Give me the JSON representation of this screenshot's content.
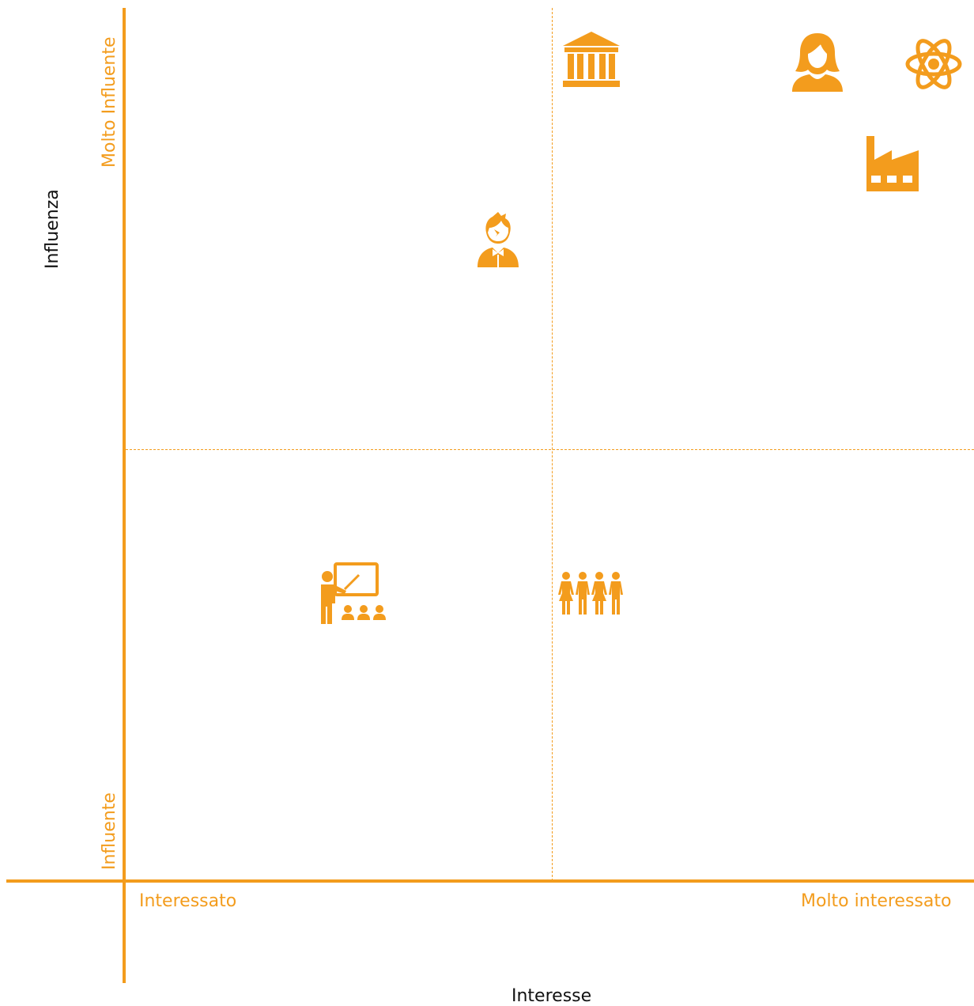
{
  "accent_color": "#F39C1D",
  "axes": {
    "y_title": "Influenza",
    "x_title": "Interesse",
    "y_high": "Molto Influente",
    "y_low": "Influente",
    "x_low": "Interessato",
    "x_high": "Molto interessato"
  },
  "icons": [
    {
      "name": "government-building-icon"
    },
    {
      "name": "woman-icon"
    },
    {
      "name": "atom-icon"
    },
    {
      "name": "factory-icon"
    },
    {
      "name": "student-icon"
    },
    {
      "name": "teacher-icon"
    },
    {
      "name": "group-of-people-icon"
    }
  ]
}
